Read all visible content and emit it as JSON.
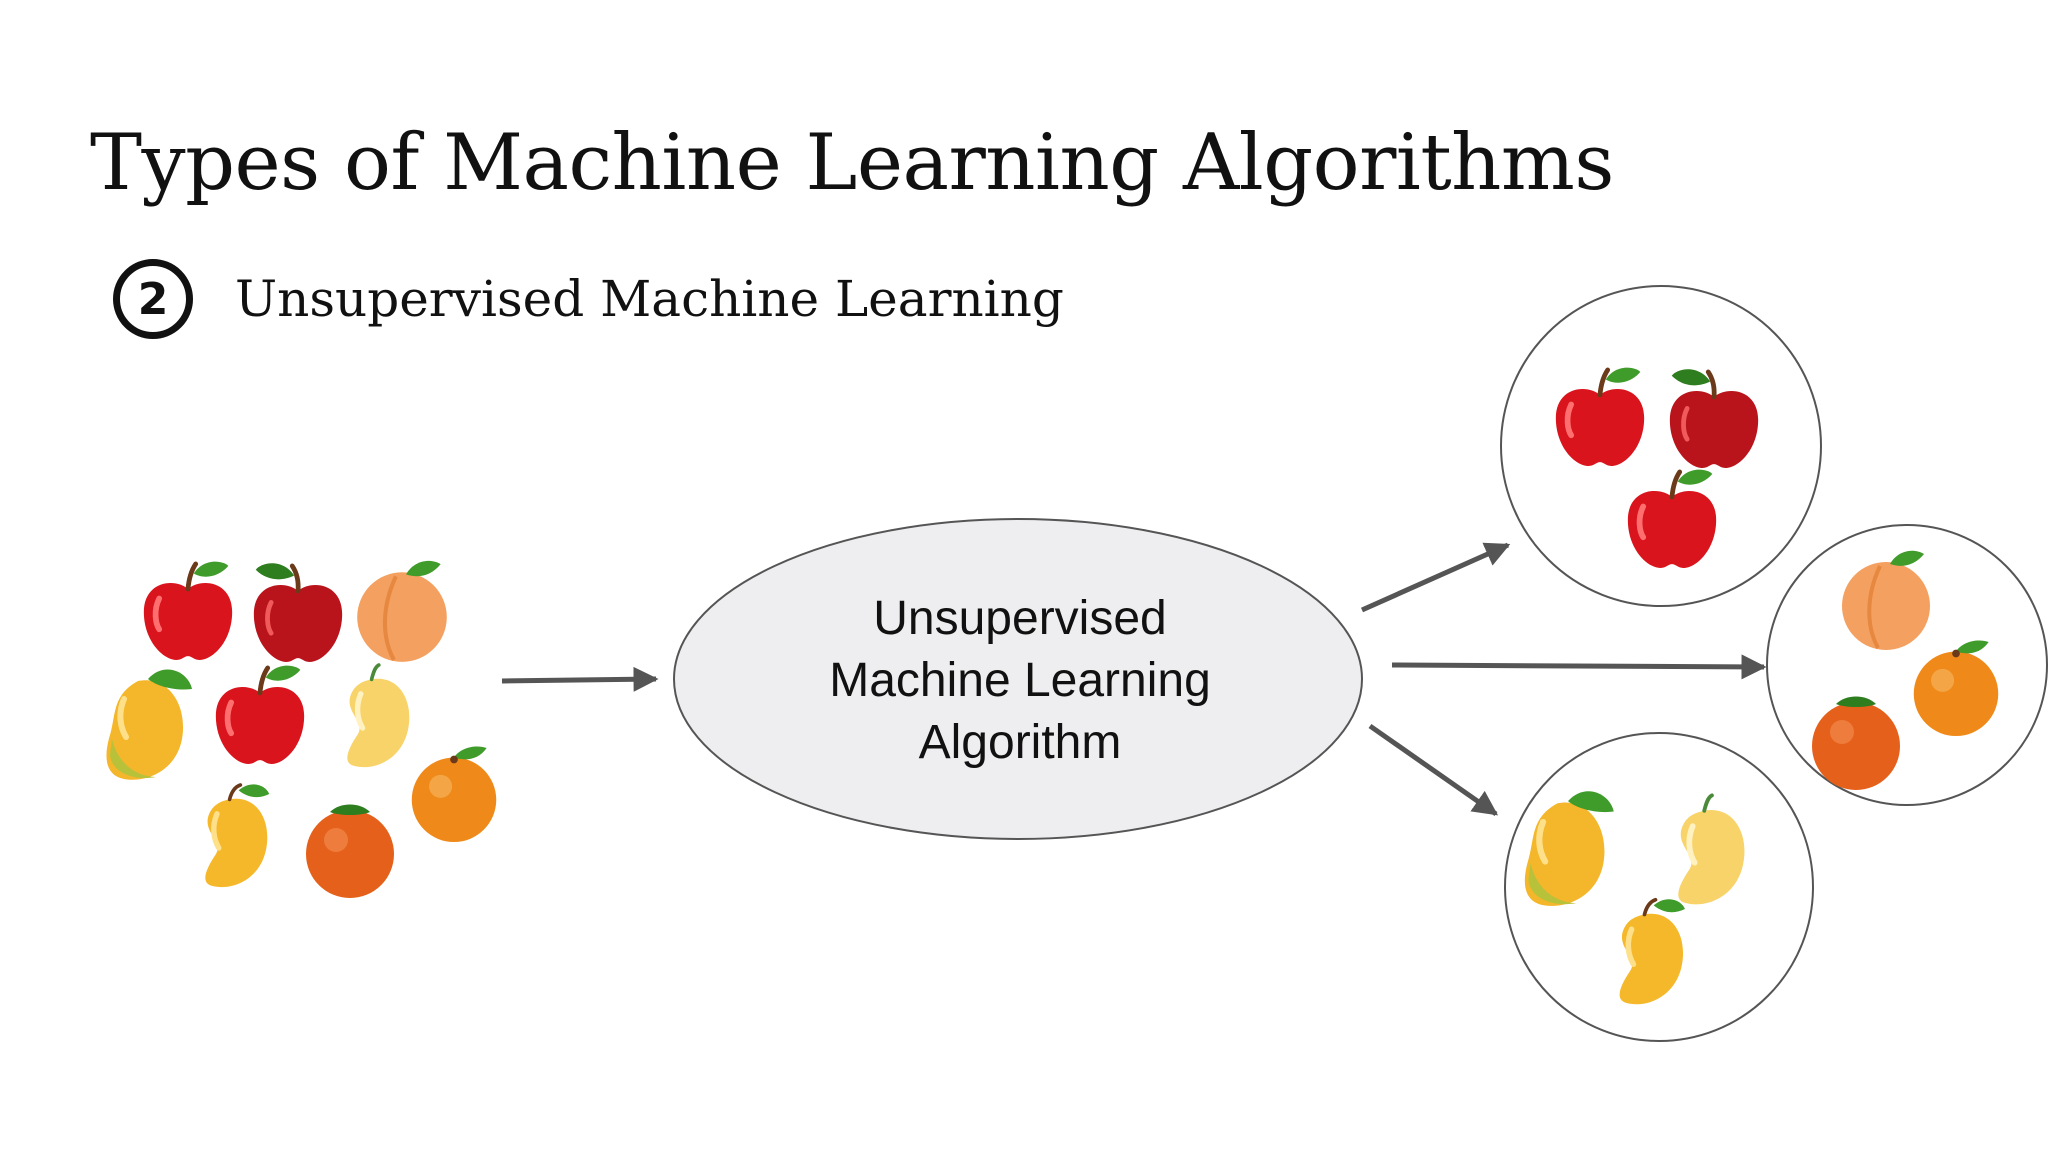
{
  "slide": {
    "title": "Types of Machine Learning Algorithms",
    "step_number": "2",
    "subtitle": "Unsupervised Machine Learning"
  },
  "algorithm": {
    "label_line1": "Unsupervised",
    "label_line2": "Machine Learning",
    "label_line3": "Algorithm"
  },
  "icons": {
    "input_fruits": [
      "apple-icon",
      "apple-icon",
      "peach-icon",
      "mango-icon",
      "apple-icon",
      "mango-icon",
      "mango-icon",
      "orange-icon",
      "orange-icon"
    ],
    "cluster_apples": [
      "apple-icon",
      "apple-icon",
      "apple-icon"
    ],
    "cluster_oranges": [
      "peach-icon",
      "orange-icon",
      "orange-icon"
    ],
    "cluster_mangoes": [
      "mango-icon",
      "mango-icon",
      "mango-icon"
    ]
  },
  "colors": {
    "ellipse_fill": "#eeedf0",
    "arrow": "#555555",
    "apple_red": "#d9141c",
    "orange": "#ef8a1a",
    "mango_yellow": "#f5b82a",
    "leaf_green": "#3f9b2a"
  }
}
